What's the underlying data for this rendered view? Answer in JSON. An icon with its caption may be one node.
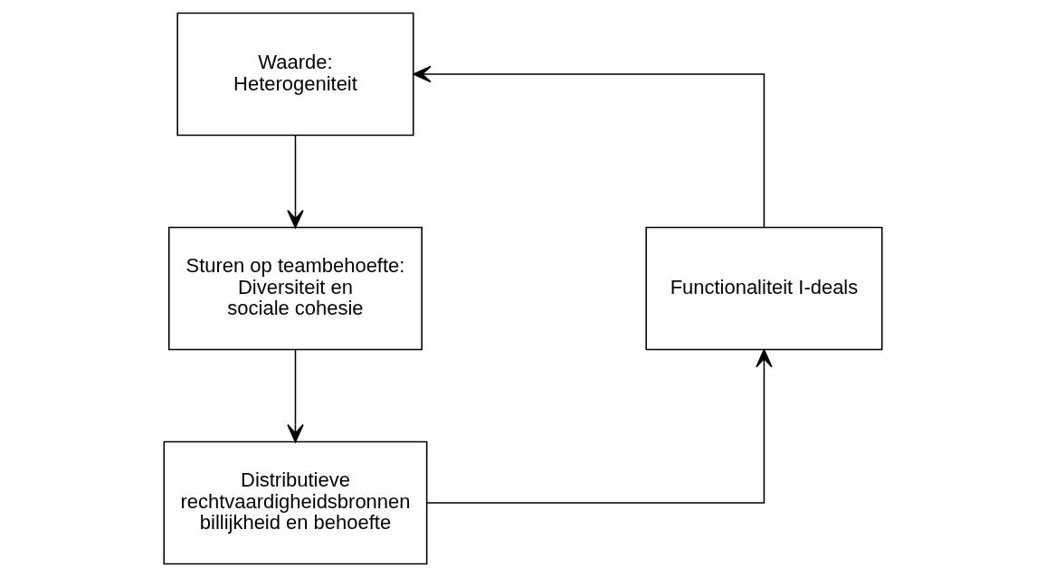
{
  "diagram": {
    "nodes": [
      {
        "text": [
          "Waarde: Heterogeniteit"
        ]
      },
      {
        "text": [
          "Functionaliteit I-deals"
        ]
      },
      {
        "text": [
          "Sturen op teambehoefte: Diversiteit en sociale cohesie"
        ]
      },
      {
        "text": [
          "Distributieve rechtvaardigheidsbronnen billijkheid en behoefte"
        ]
      }
    ],
    "edges": [
      {
        "from": 1,
        "to": 0,
        "arrow": "to"
      },
      {
        "from": 0,
        "to": 2,
        "arrow": "to"
      },
      {
        "from": 2,
        "to": 3,
        "arrow": "to"
      },
      {
        "from": 3,
        "to": 1,
        "arrow": "to"
      }
    ]
  }
}
